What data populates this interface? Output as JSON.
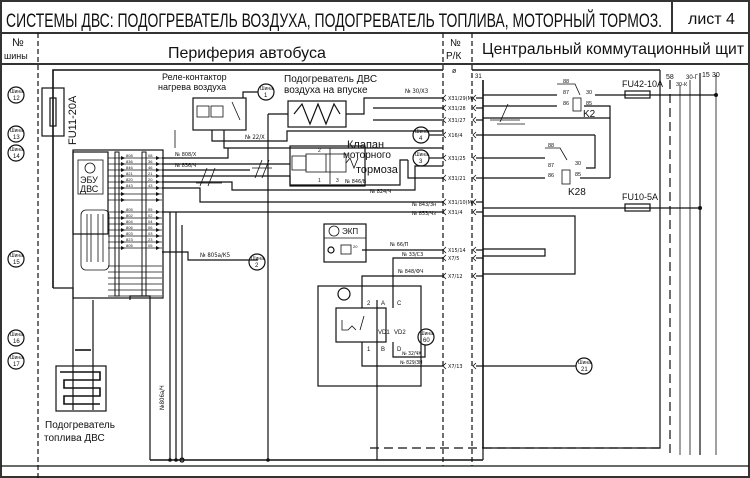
{
  "title": "СИСТЕМЫ ДВС: ПОДОГРЕВАТЕЛЬ ВОЗДУХА, ПОДОГРЕВАТЕЛЬ ТОПЛИВА, МОТОРНЫЙ ТОРМОЗ.",
  "sheet": "лист 4",
  "header": {
    "bus_no_label": "№",
    "bus_no_label2": "шины",
    "periphery": "Периферия автобуса",
    "rk_no_label": "№",
    "rk_no_label2": "Р/К",
    "central_panel": "Центральный коммутационный щит"
  },
  "buses": {
    "word": "Шина",
    "left": [
      "12",
      "13",
      "14",
      "15",
      "16",
      "17"
    ],
    "inner": [
      "1",
      "4",
      "3",
      "2",
      "60",
      "21"
    ]
  },
  "components": {
    "fuse_main": "FU11-20A",
    "relay_contactor_line1": "Реле-контактор",
    "relay_contactor_line2": "нагрева воздуха",
    "air_heater_line1": "Подогреватель ДВС",
    "air_heater_line2": "воздуха на впуске",
    "valve_line1": "Клапан",
    "valve_line2": "моторного",
    "valve_line3": "тормоза",
    "ecu_line1": "ЭБУ",
    "ecu_line2": "ДВС",
    "ekp": "ЭКП",
    "ekp_pin": "20",
    "fuel_heater_line1": "Подогреватель",
    "fuel_heater_line2": "топлива ДВС",
    "fuse_fu42": "FU42-10A",
    "fuse_fu10": "FU10-5A",
    "relay_k2": "K2",
    "relay_k28": "K28",
    "diode1": "VD1",
    "diode2": "VD2"
  },
  "wires": {
    "w30": "№ 30/Х3",
    "w22": "№ 22/Х",
    "w808": "№ 808/Х",
    "w836": "№ 836/Ч",
    "w846": "№ 846/Б",
    "w824": "№ 824/Ч",
    "w843": "№ 843/Зн",
    "w853": "№ 853/Чз",
    "w805a": "№ 805а/К5",
    "w66": "№ 66/П",
    "w33": "№ 33/С3",
    "w848": "№ 848/ФЧ",
    "w32": "№ 32/ЧК",
    "w829": "№ 829/ЗН",
    "w806a": "№806а/Ч"
  },
  "connectors": [
    "X31/29(М)",
    "X31/28",
    "X31/27",
    "X16/4",
    "X31/25",
    "X31/21",
    "X31/10(М)",
    "X31/4",
    "X15/14",
    "X7/5",
    "X7/12",
    "X7/13"
  ],
  "connector_top_mark": "31",
  "rails": [
    "58",
    "30-К",
    "30-Г",
    "15",
    "30"
  ],
  "relay_pins": [
    "88",
    "87",
    "86",
    "30",
    "85"
  ],
  "ecu_pins_left": [
    "808",
    "836",
    "846",
    "821",
    "820",
    "843",
    "",
    "",
    "805",
    "802",
    "804",
    "806",
    "803",
    "823",
    "805"
  ],
  "ecu_pins_right": [
    "08",
    "36",
    "46",
    "21",
    "20",
    "43",
    "",
    "",
    "05",
    "02",
    "04",
    "06",
    "03",
    "23",
    "05"
  ],
  "switch_pins": [
    "2",
    "A",
    "C",
    "1",
    "B",
    "D"
  ],
  "valve_pins": [
    "2",
    "1",
    "3"
  ]
}
